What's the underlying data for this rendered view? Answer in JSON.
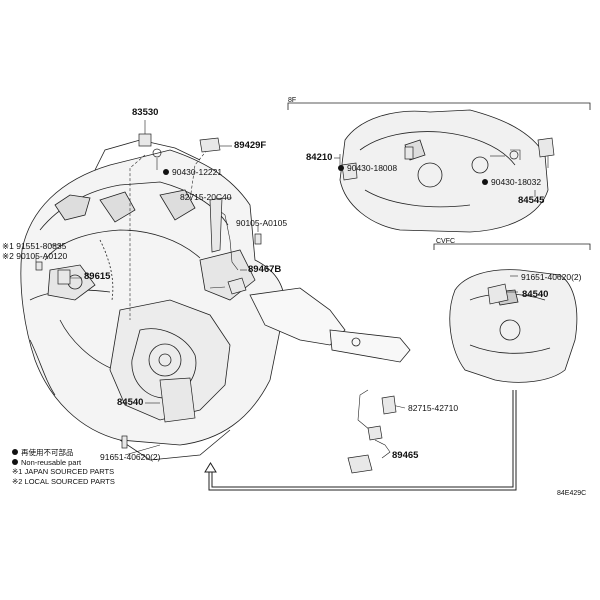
{
  "sections": {
    "upper_right_tag": "8F",
    "lower_right_tag": "CVFC"
  },
  "parts": {
    "p83530": "83530",
    "p89429f": "89429F",
    "p90430_12221": "90430-12221",
    "p82715_20c40": "82715-20C40",
    "p90105_a0105": "90105-A0105",
    "p89467b": "89467B",
    "p91551_80835": "※1 91551-80835",
    "p90105_a0120": "※2 90105-A0120",
    "p89615": "89615",
    "p84540_left": "84540",
    "p91651_40620_left": "91651-40620(2)",
    "p84210": "84210",
    "p90430_18008": "90430-18008",
    "p90430_18032": "90430-18032",
    "p84545": "84545",
    "p91651_40620_right": "91651-40620(2)",
    "p84540_right": "84540",
    "p82715_42710": "82715-42710",
    "p89465": "89465"
  },
  "legend": {
    "line1": "再使用不可部品",
    "line2": "Non-reusable part",
    "line3": "※1 JAPAN SOURCED PARTS",
    "line4": "※2 LOCAL SOURCED PARTS"
  },
  "figure_code": "84E429C"
}
